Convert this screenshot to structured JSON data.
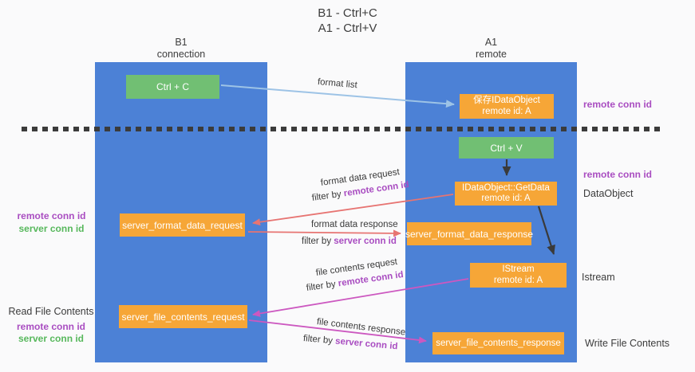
{
  "title": {
    "line1": "B1 - Ctrl+C",
    "line2": "A1 - Ctrl+V"
  },
  "lifelines": {
    "left": {
      "name": "B1",
      "role": "connection"
    },
    "right": {
      "name": "A1",
      "role": "remote"
    }
  },
  "nodes": {
    "ctrl_c": {
      "label": "Ctrl + C"
    },
    "save_idataobject": {
      "line1": "保存IDataObject",
      "line2": "remote id: A"
    },
    "ctrl_v": {
      "label": "Ctrl + V"
    },
    "getdata": {
      "line1": "IDataObject::GetData",
      "line2": "remote id: A"
    },
    "server_format_data_request": {
      "label": "server_format_data_request"
    },
    "server_format_data_response": {
      "label": "server_format_data_response"
    },
    "istream": {
      "line1": "IStream",
      "line2": "remote id: A"
    },
    "server_file_contents_request": {
      "label": "server_file_contents_request"
    },
    "server_file_contents_response": {
      "label": "server_file_contents_response"
    }
  },
  "arrows": {
    "format_list": {
      "label": "format list"
    },
    "format_data_request": {
      "label": "format data request",
      "filter_prefix": "filter by ",
      "filter_key": "remote conn id"
    },
    "format_data_response": {
      "label": "format data response",
      "filter_prefix": "filter by ",
      "filter_key": "server conn id"
    },
    "file_contents_request": {
      "label": "file contents request",
      "filter_prefix": "filter by ",
      "filter_key": "remote conn id"
    },
    "file_contents_response": {
      "label": "file contents response",
      "filter_prefix": "filter by ",
      "filter_key": "server conn id"
    }
  },
  "annotations": {
    "left": {
      "format_remote": "remote conn id",
      "format_server": "server conn id",
      "read_file_contents": "Read File Contents",
      "file_remote": "remote conn id",
      "file_server": "server conn id"
    },
    "right": {
      "clipboard_remote": "remote conn id",
      "paste_remote": "remote conn id",
      "dataobject": "DataObject",
      "istream": "Istream",
      "write_file_contents": "Write File Contents"
    }
  },
  "colors": {
    "lifeline_blue": "#4C81D6",
    "node_orange": "#F6A637",
    "node_green": "#71BF73",
    "arrow_red": "#E77472",
    "arrow_magenta": "#CC58C0",
    "arrow_lightblue": "#9DC3E6",
    "label_purple": "#A94DC1",
    "label_green": "#57B85C"
  }
}
